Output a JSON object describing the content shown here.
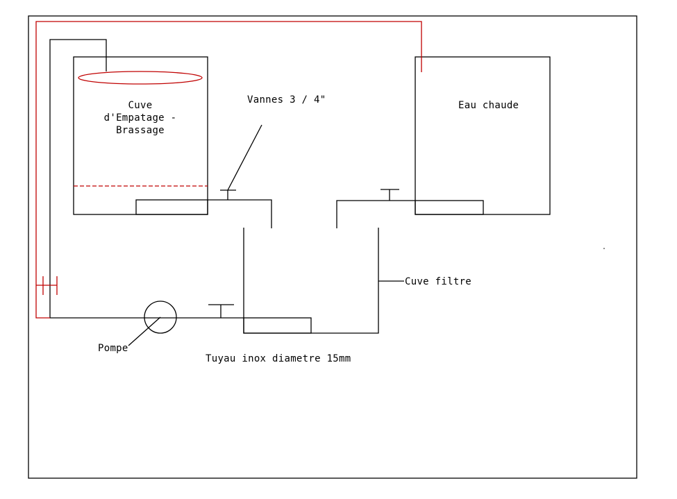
{
  "labels": {
    "tank_mash": [
      "Cuve",
      "d'Empatage -",
      "Brassage"
    ],
    "hot_water": "Eau chaude",
    "valves": "Vannes 3 / 4\"",
    "filter_tank": "Cuve filtre",
    "pump": "Pompe",
    "pipe": "Tuyau inox diametre 15mm"
  },
  "colors": {
    "line": "#000000",
    "recirculation": "#c00000",
    "background": "#ffffff"
  }
}
